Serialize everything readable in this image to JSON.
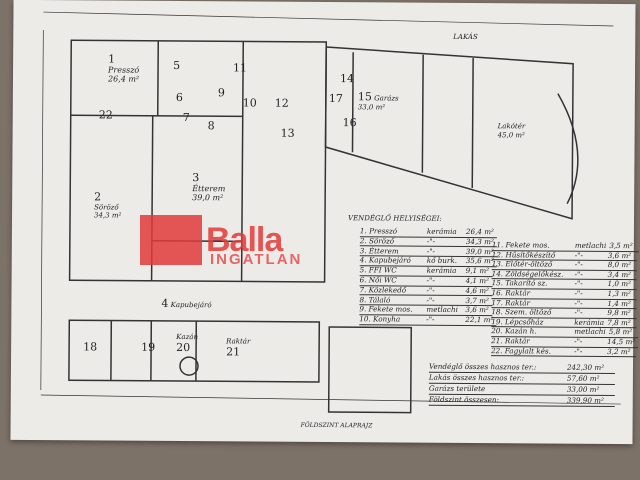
{
  "header": {
    "section": "LAKÁS"
  },
  "rooms": [
    {
      "num": "1",
      "name": "Presszó",
      "area": "26,4 m²"
    },
    {
      "num": "3",
      "name": "Étterem",
      "area": "39,0 m²"
    },
    {
      "num": "2",
      "name": "Söröző",
      "area": "34,3 m²"
    },
    {
      "num": "4",
      "name": "Kapubejáró"
    },
    {
      "num": "15",
      "name": "Garázs",
      "area": "33,0 m²"
    },
    {
      "num": "",
      "name": "Lakótér",
      "area": "45,0 m²"
    },
    {
      "num": "20",
      "name": "Kazán"
    },
    {
      "num": "21",
      "name": "Raktár"
    }
  ],
  "room_numbers": [
    "5",
    "6",
    "7",
    "8",
    "9",
    "10",
    "11",
    "12",
    "13",
    "14",
    "16",
    "17",
    "18",
    "19",
    "22"
  ],
  "legend": {
    "title": "VENDÉGLŐ HELYISÉGEI:",
    "left": [
      [
        "1. Presszó",
        "kerámia",
        "26,4 m²"
      ],
      [
        "2. Söröző",
        "-\"-",
        "34,3 m²"
      ],
      [
        "3. Étterem",
        "-\"-",
        "39,0 m²"
      ],
      [
        "4. Kapubejáró",
        "kő burk.",
        "35,6 m²"
      ],
      [
        "5. FFI WC",
        "kerámia",
        "9,1 m²"
      ],
      [
        "6. Női WC",
        "-\"-",
        "4,1 m²"
      ],
      [
        "7. Közlekedő",
        "-\"-",
        "4,6 m²"
      ],
      [
        "8. Tálaló",
        "-\"-",
        "3,7 m²"
      ],
      [
        "9. Fekete mos.",
        "metlachi",
        "3,6 m²"
      ],
      [
        "10. Konyha",
        "-\"-",
        "22,1 m²"
      ]
    ],
    "right": [
      [
        "11. Fekete mos.",
        "metlachi",
        "3,5 m²"
      ],
      [
        "12. Hűsítőkészítő",
        "-\"-",
        "3,6 m²"
      ],
      [
        "13. Előtér-öltöző",
        "-\"-",
        "8,0 m²"
      ],
      [
        "14. Zöldségelőkész.",
        "-\"-",
        "3,4 m²"
      ],
      [
        "15. Takarító sz.",
        "-\"-",
        "1,0 m²"
      ],
      [
        "16. Raktár",
        "-\"-",
        "1,3 m²"
      ],
      [
        "17. Raktár",
        "-\"-",
        "1,4 m²"
      ],
      [
        "18. Szem. öltöző",
        "-\"-",
        "9,8 m²"
      ],
      [
        "19. Lépcsőház",
        "kerámia",
        "7,8 m²"
      ],
      [
        "20. Kazán h.",
        "metlachi",
        "5,8 m²"
      ],
      [
        "21. Raktár",
        "-\"-",
        "14,5 m²"
      ],
      [
        "22. Fagylalt kés.",
        "-\"-",
        "3,2 m²"
      ]
    ],
    "totals": [
      [
        "Vendéglő összes hasznos ter.:",
        "242,30 m²"
      ],
      [
        "Lakás összes hasznos ter.:",
        "57,60 m²"
      ],
      [
        "Garázs területe",
        "33,00 m²"
      ],
      [
        "Földszint összesen:",
        "339,90 m²"
      ]
    ]
  },
  "footer": {
    "caption": "FÖLDSZINT ALAPRAJZ"
  },
  "watermark": {
    "brand": "Balla",
    "sub": "INGATLAN"
  }
}
